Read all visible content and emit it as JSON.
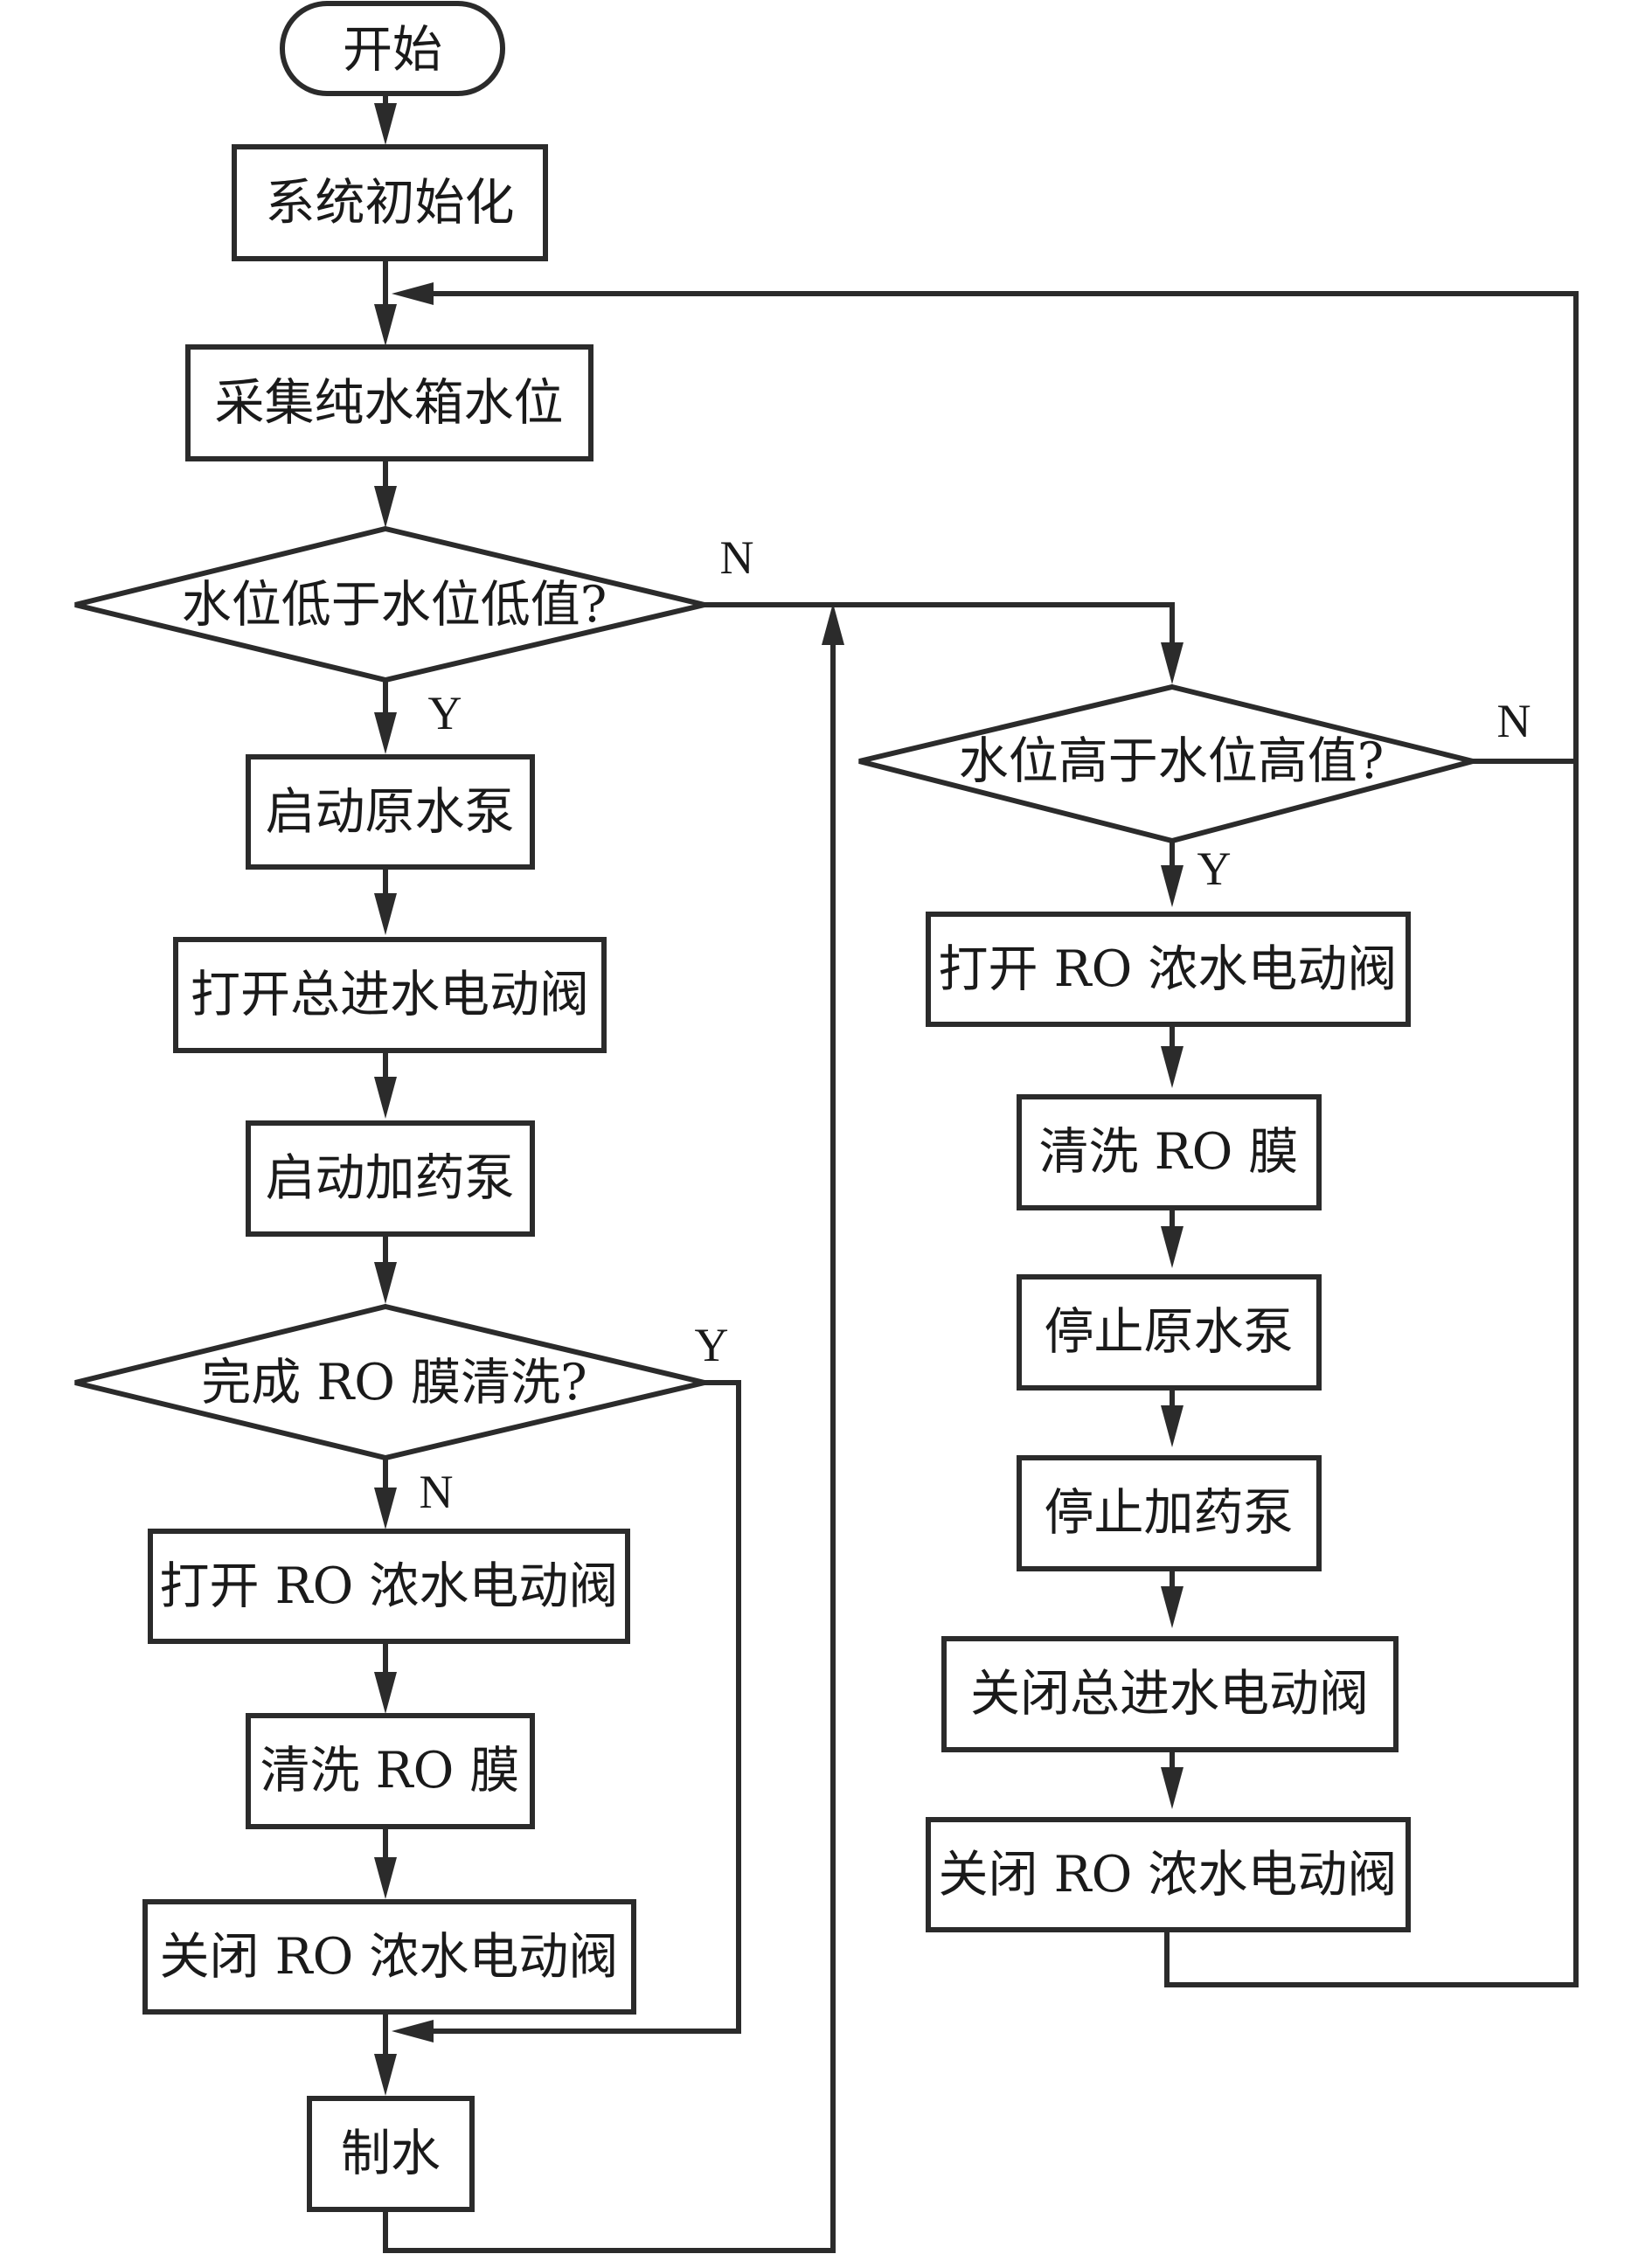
{
  "nodes": {
    "start": "开始",
    "init": "系统初始化",
    "collect": "采集纯水箱水位",
    "check_low": "水位低于水位低值?",
    "start_raw_pump": "启动原水泵",
    "open_main_valve": "打开总进水电动阀",
    "start_dosing_pump": "启动加药泵",
    "check_cleaned": "完成 RO 膜清洗?",
    "open_ro_valve_left": "打开 RO 浓水电动阀",
    "clean_ro_left": "清洗 RO 膜",
    "close_ro_valve_left": "关闭 RO 浓水电动阀",
    "make_water": "制水",
    "check_high": "水位高于水位高值?",
    "open_ro_valve_right": "打开 RO 浓水电动阀",
    "clean_ro_right": "清洗 RO 膜",
    "stop_raw_pump": "停止原水泵",
    "stop_dosing_pump": "停止加药泵",
    "close_main_valve": "关闭总进水电动阀",
    "close_ro_valve_right": "关闭 RO 浓水电动阀"
  },
  "branch_labels": {
    "yes": "Y",
    "no": "N"
  }
}
